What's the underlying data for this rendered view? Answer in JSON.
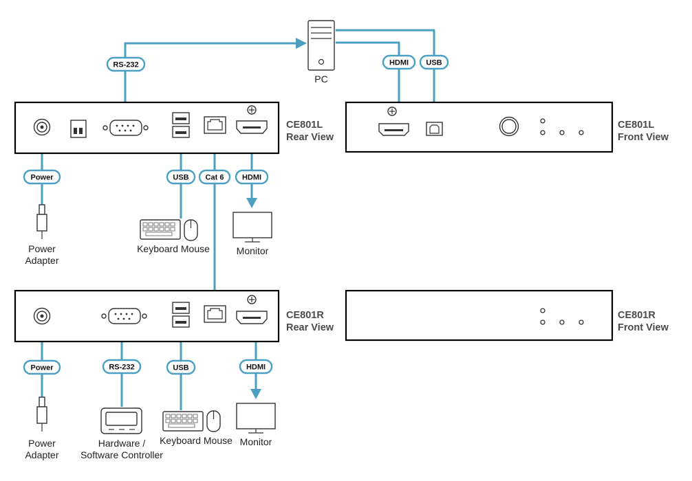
{
  "colors": {
    "cable": "#4b9fc1",
    "device_outline": "#000000",
    "icon_gray": "#888888"
  },
  "devices": {
    "ce801l_rear": {
      "line1": "CE801L",
      "line2": "Rear View"
    },
    "ce801l_front": {
      "line1": "CE801L",
      "line2": "Front View"
    },
    "ce801r_rear": {
      "line1": "CE801R",
      "line2": "Rear View"
    },
    "ce801r_front": {
      "line1": "CE801R",
      "line2": "Front View"
    }
  },
  "cables": {
    "rs232_pc": "RS-232",
    "pc_hdmi": "HDMI",
    "pc_usb": "USB",
    "l_power": "Power",
    "l_usb": "USB",
    "cat6": "Cat 6",
    "l_hdmi": "HDMI",
    "r_power": "Power",
    "r_rs232": "RS-232",
    "r_usb": "USB",
    "r_hdmi": "HDMI"
  },
  "peripherals": {
    "pc": "PC",
    "l_power_adapter": {
      "line1": "Power",
      "line2": "Adapter"
    },
    "l_keyboard_mouse": "Keyboard Mouse",
    "l_monitor": "Monitor",
    "r_power_adapter": {
      "line1": "Power",
      "line2": "Adapter"
    },
    "r_controller": {
      "line1": "Hardware /",
      "line2": "Software Controller"
    },
    "r_keyboard_mouse": "Keyboard Mouse",
    "r_monitor": "Monitor"
  }
}
